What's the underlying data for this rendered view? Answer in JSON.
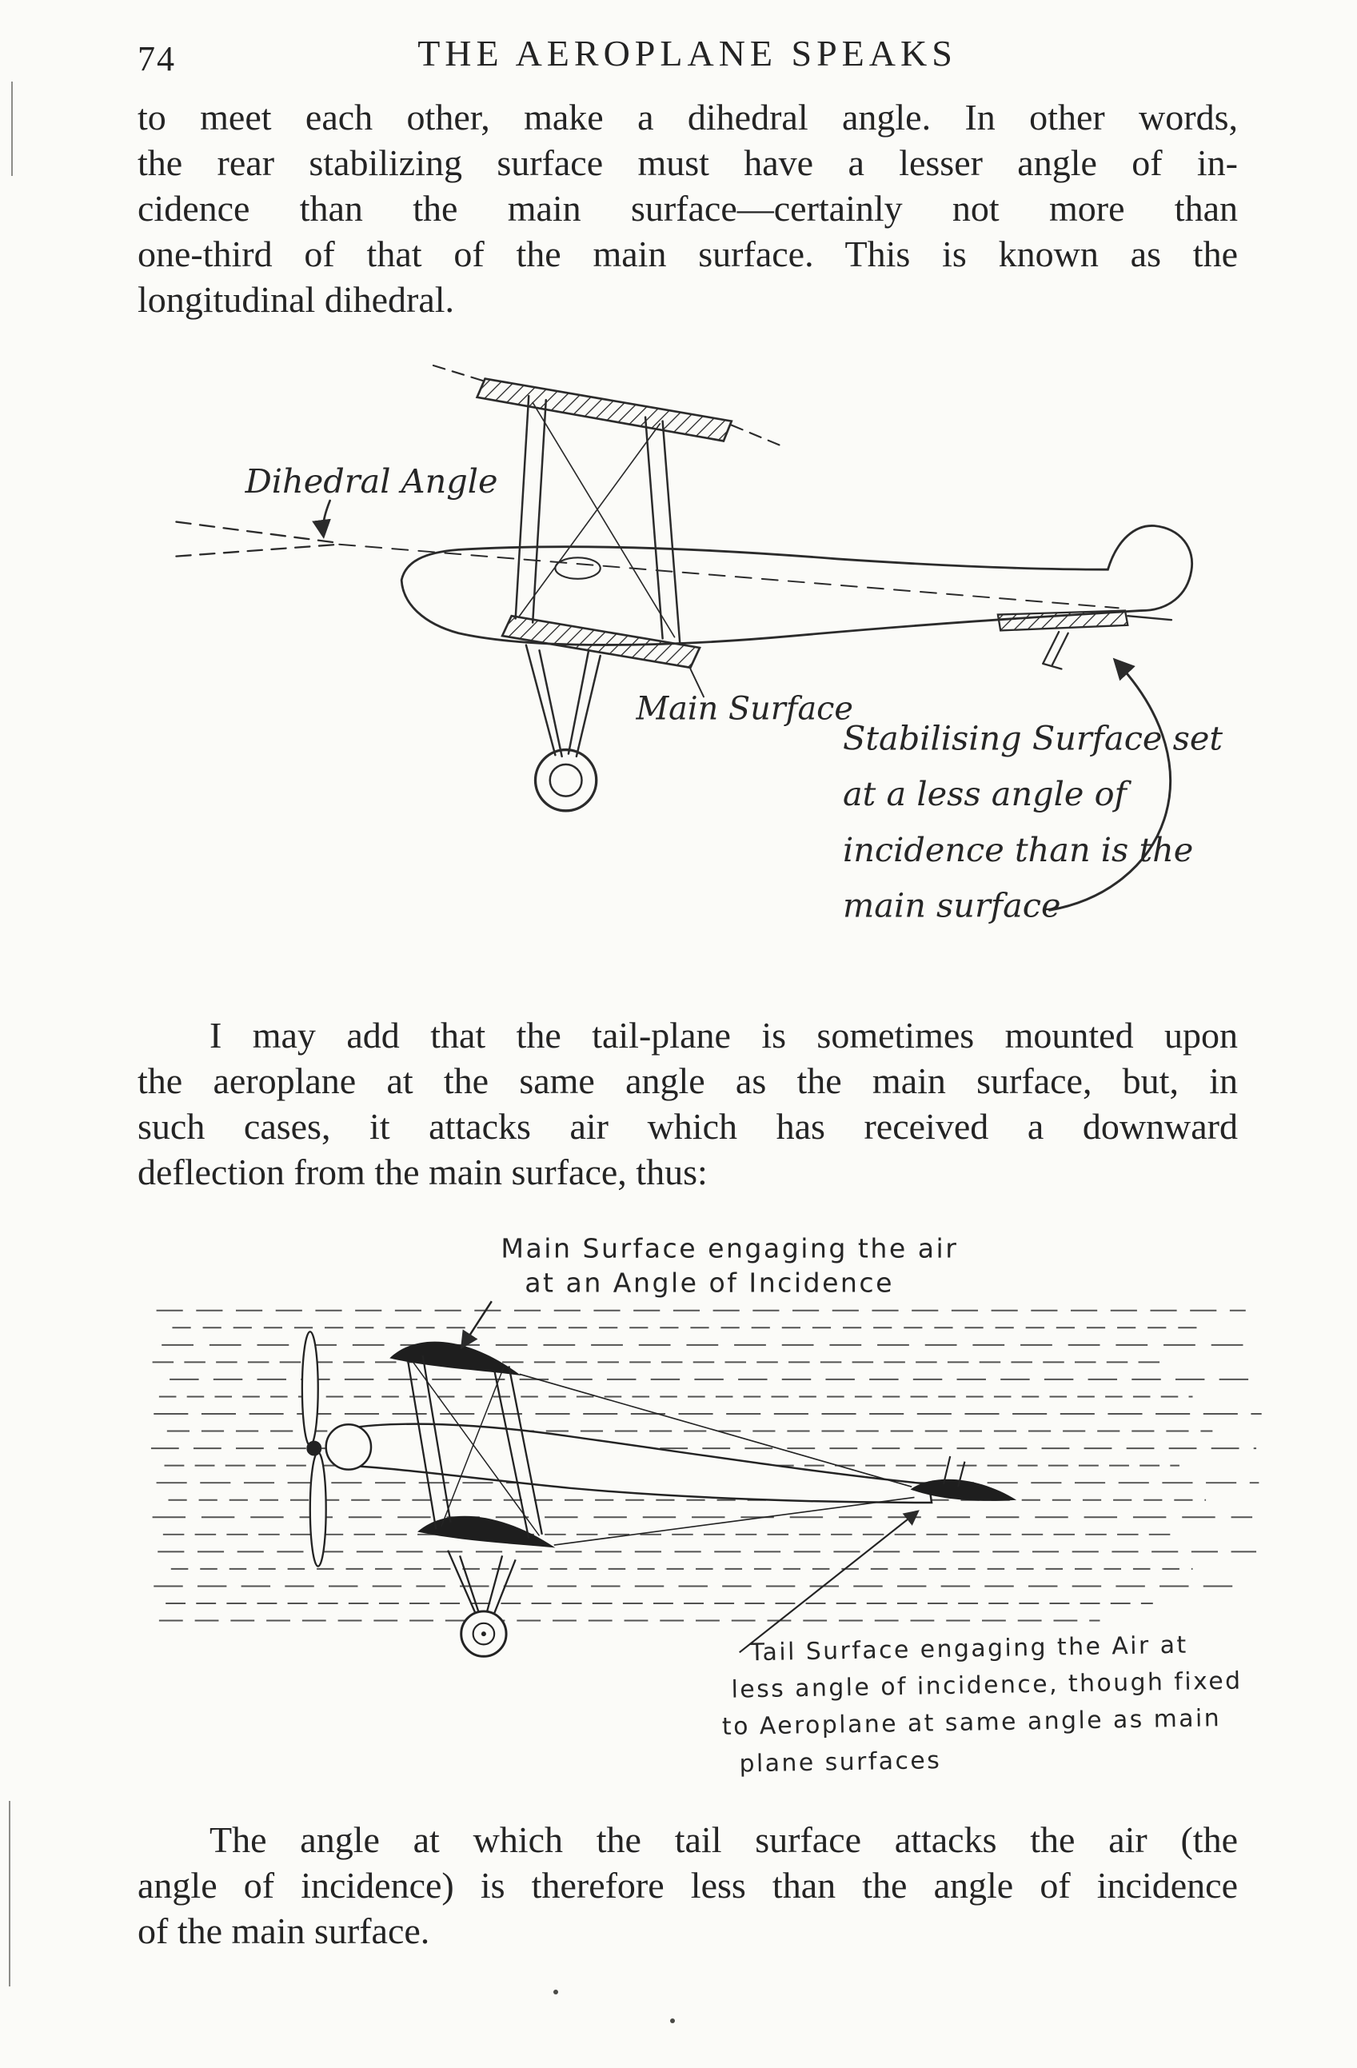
{
  "page": {
    "number": "74",
    "header": "THE AEROPLANE SPEAKS"
  },
  "paragraph1": {
    "lines": [
      "to meet each other, make a dihedral angle.  In other words,",
      "the rear stabilizing surface must have a lesser angle of in-",
      "cidence than the main surface—certainly not more than",
      "one-third of that of the main surface.  This is known as the",
      "longitudinal dihedral."
    ]
  },
  "figure1": {
    "dihedral_label": "Dihedral Angle",
    "main_surface_label": "Main Surface",
    "stabilising_label": [
      "Stabilising Surface set",
      "at a less angle of",
      "incidence than is the",
      "main surface"
    ]
  },
  "paragraph2": {
    "lines": [
      "I may add that the tail-plane is sometimes mounted upon",
      "the aeroplane at the same angle as the main surface, but, in",
      "such cases, it attacks air which has received a downward",
      "deflection from the main surface, thus:"
    ]
  },
  "figure2": {
    "main_label": [
      "Main Surface engaging the air",
      "at an Angle of Incidence"
    ],
    "tail_label": [
      "Tail Surface engaging the Air at",
      "less angle of incidence, though fixed",
      "to Aeroplane at same angle as main",
      "plane surfaces"
    ]
  },
  "paragraph3": {
    "lines": [
      "The angle at which the tail surface attacks the air (the",
      "angle of incidence) is therefore less than the angle of incidence",
      "of the main surface."
    ]
  },
  "colors": {
    "paper": "#fbfbf8",
    "ink": "#2b2b2b"
  }
}
